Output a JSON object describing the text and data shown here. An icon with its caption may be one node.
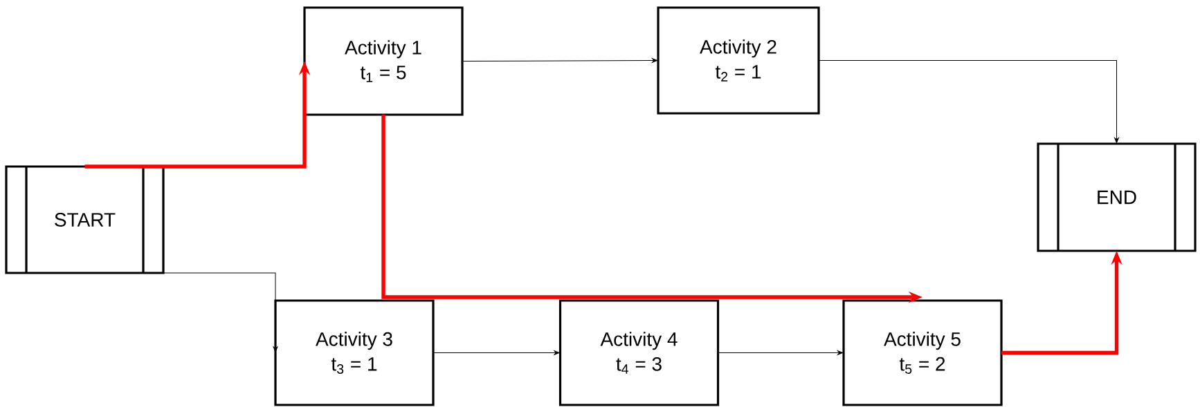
{
  "diagram": {
    "nodes": [
      {
        "text": [
          "START"
        ]
      },
      {
        "text": [
          "Activity 1",
          "t$_{1}$ = 5"
        ]
      },
      {
        "text": [
          "Activity 2",
          "t$_{2}$ = 1"
        ]
      },
      {
        "text": [
          "END"
        ]
      },
      {
        "text": [
          "Activity 3",
          "t$_{3}$ = 1"
        ]
      },
      {
        "text": [
          "Activity 4",
          "t$_{4}$ = 3"
        ]
      },
      {
        "text": [
          "Activity 5",
          "t$_{5}$ = 2"
        ]
      }
    ],
    "edges": [
      {
        "from": 0,
        "to": 1,
        "arrow": "to",
        "style": "thick",
        "color": "#ff0000"
      },
      {
        "from": 1,
        "to": 2,
        "arrow": "to"
      },
      {
        "from": 2,
        "to": 3,
        "arrow": "to"
      },
      {
        "from": 0,
        "to": 4,
        "arrow": "to"
      },
      {
        "from": 1,
        "to": 6,
        "arrow": "to",
        "style": "thick",
        "color": "#ff0000"
      },
      {
        "from": 4,
        "to": 5,
        "arrow": "to"
      },
      {
        "from": 5,
        "to": 6,
        "arrow": "to"
      },
      {
        "from": 6,
        "to": 3,
        "arrow": "to",
        "style": "thick",
        "color": "#ff0000"
      }
    ]
  }
}
